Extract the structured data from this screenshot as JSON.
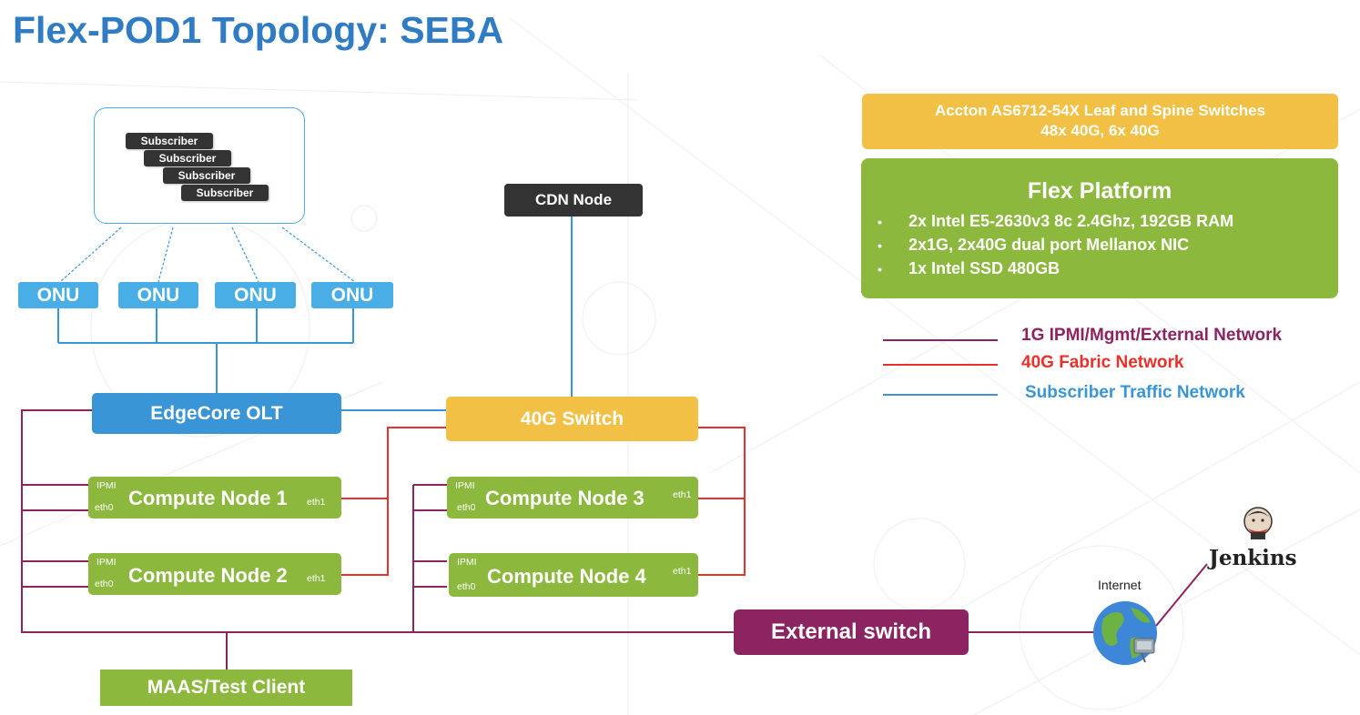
{
  "title": "Flex-POD1 Topology: SEBA",
  "subscribers": [
    "Subscriber",
    "Subscriber",
    "Subscriber",
    "Subscriber"
  ],
  "onus": [
    "ONU",
    "ONU",
    "ONU",
    "ONU"
  ],
  "cdn_node": "CDN Node",
  "olt": "EdgeCore OLT",
  "switch_40g": "40G Switch",
  "compute_nodes": [
    {
      "name": "Compute Node 1",
      "ipmi": "IPMI",
      "eth0": "eth0",
      "eth1": "eth1"
    },
    {
      "name": "Compute Node 2",
      "ipmi": "IPMI",
      "eth0": "eth0",
      "eth1": "eth1"
    },
    {
      "name": "Compute Node 3",
      "ipmi": "IPMI",
      "eth0": "eth0",
      "eth1": "eth1"
    },
    {
      "name": "Compute Node 4",
      "ipmi": "IPMI",
      "eth0": "eth0",
      "eth1": "eth1"
    }
  ],
  "maas_client": "MAAS/Test Client",
  "external_switch": "External switch",
  "internet_label": "Internet",
  "jenkins_label": "Jenkins",
  "accton": {
    "line1": "Accton AS6712-54X Leaf and Spine Switches",
    "line2": "48x 40G, 6x 40G"
  },
  "flex_platform": {
    "title": "Flex Platform",
    "bullet": "•",
    "items": [
      "2x Intel E5-2630v3 8c 2.4Ghz, 192GB RAM",
      "2x1G, 2x40G dual port Mellanox NIC",
      "1x Intel SSD 480GB"
    ]
  },
  "legend": [
    {
      "label": "1G IPMI/Mgmt/External Network",
      "color": "#8b2460"
    },
    {
      "label": "40G Fabric Network",
      "color": "#e8312a"
    },
    {
      "label": "Subscriber Traffic Network",
      "color": "#3a95d6"
    }
  ],
  "colors": {
    "title": "#2f7cc4",
    "subscriber_line": "#3a95d6",
    "fabric_line": "#e8312a",
    "mgmt_line": "#8b2460"
  }
}
